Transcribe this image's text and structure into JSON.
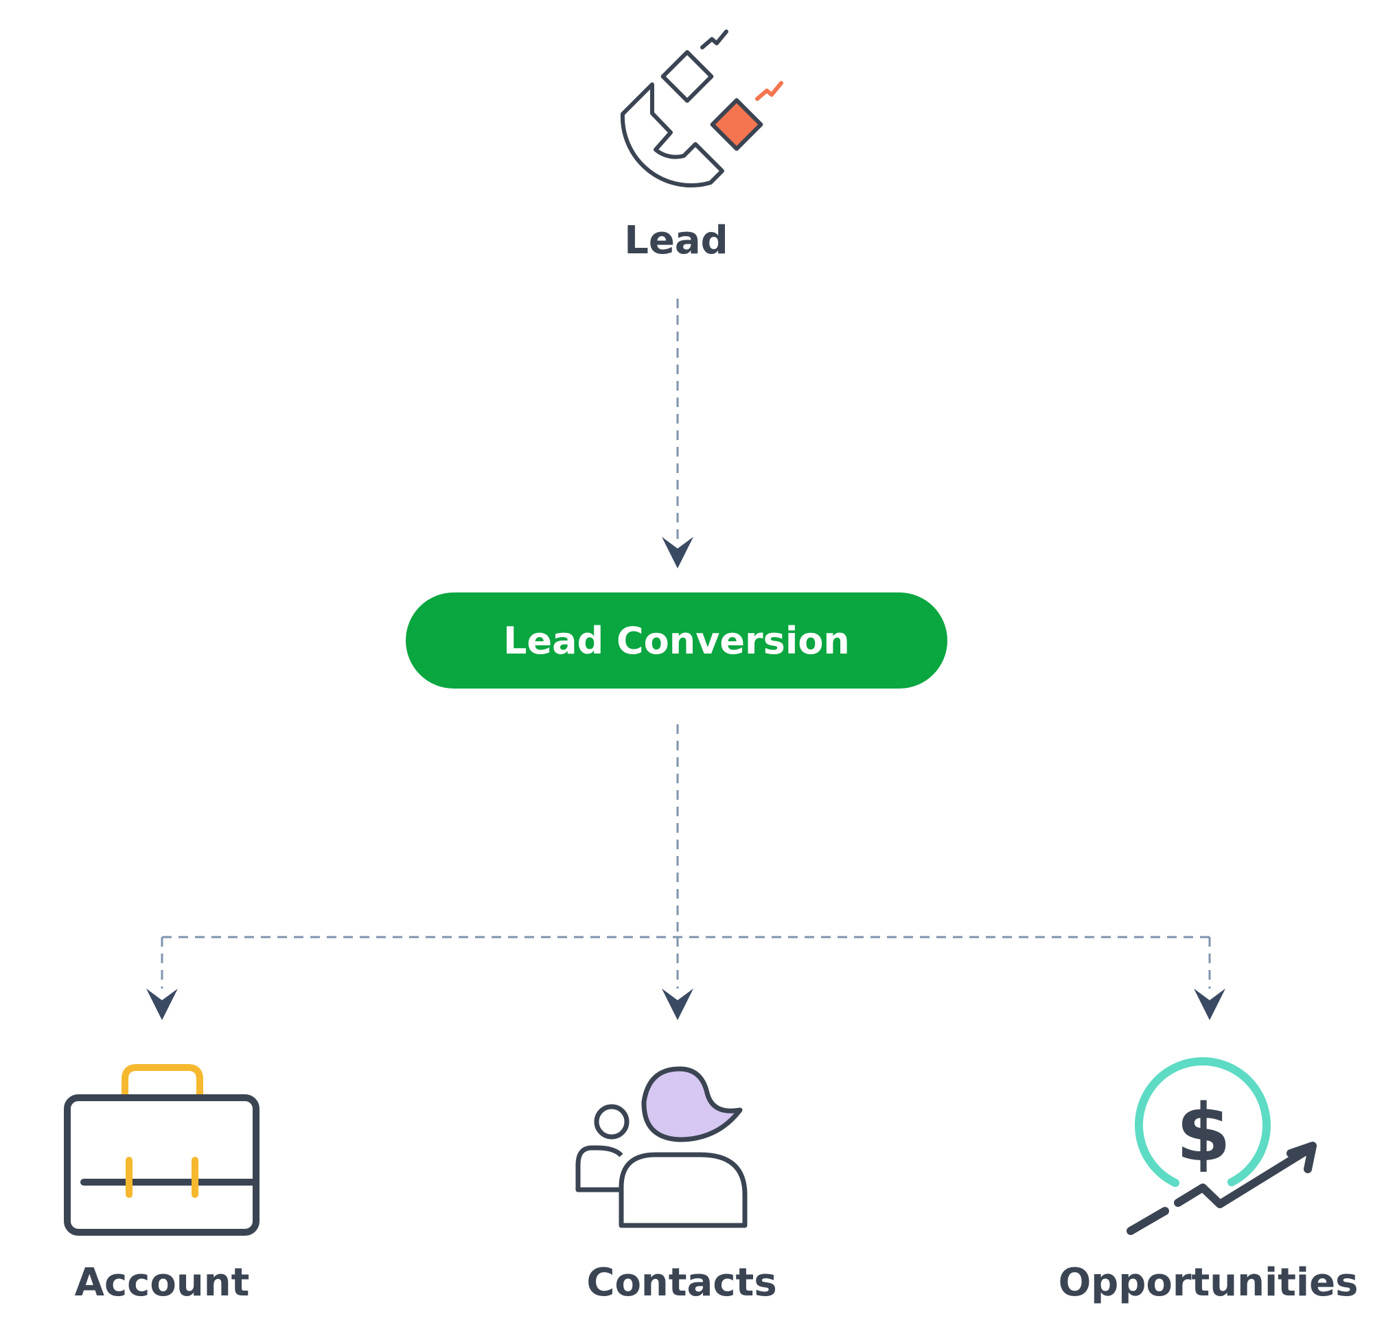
{
  "nodes": {
    "lead": {
      "label": "Lead",
      "icon": "magnet-icon"
    },
    "conversion": {
      "label": "Lead Conversion"
    },
    "account": {
      "label": "Account",
      "icon": "briefcase-icon"
    },
    "contacts": {
      "label": "Contacts",
      "icon": "contacts-icon"
    },
    "opportunities": {
      "label": "Opportunities",
      "icon": "dollar-growth-icon"
    }
  },
  "colors": {
    "text": "#3b4452",
    "pill": "#0aa640",
    "connector": "#7f93ad",
    "arrow": "#3b4a63",
    "magnet_accent": "#f4754f",
    "briefcase_accent": "#f5b82e",
    "contacts_accent": "#d6c8f2",
    "opportunity_accent": "#5ddbc4"
  }
}
